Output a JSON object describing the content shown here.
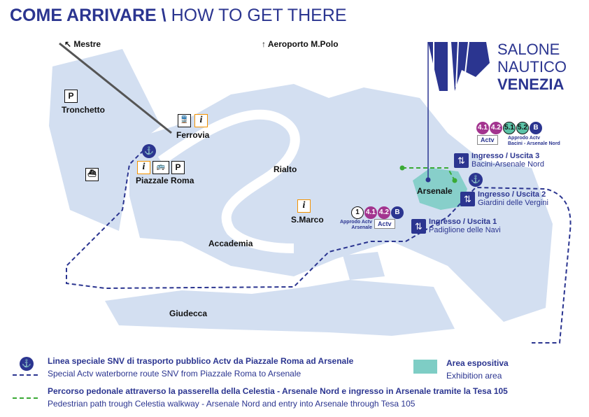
{
  "title": {
    "bold": "COME ARRIVARE \\",
    "thin": " HOW TO GET THERE"
  },
  "logo": {
    "line1": "SALONE",
    "line2": "NAUTICO",
    "line3": "VENEZIA"
  },
  "directions": {
    "mestre": "Mestre",
    "airport": "Aeroporto M.Polo"
  },
  "places": {
    "tronchetto": "Tronchetto",
    "ferrovia": "Ferrovia",
    "piazzale_roma": "Piazzale Roma",
    "rialto": "Rialto",
    "smarco": "S.Marco",
    "accademia": "Accademia",
    "giudecca": "Giudecca",
    "arsenale": "Arsenale"
  },
  "icons": {
    "parking": "P",
    "info": "i"
  },
  "stops": {
    "arsenale": {
      "lines": [
        "1",
        "4.1",
        "4.2",
        "B"
      ],
      "label1": "Approdo Actv",
      "label2": "Arsenale",
      "brand": "Actv"
    },
    "bacini": {
      "lines": [
        "4.1",
        "4.2",
        "5.1",
        "5.2",
        "B"
      ],
      "label1": "Approdo Actv",
      "label2": "Bacini - Arsenale Nord",
      "brand": "Actv"
    }
  },
  "gates": [
    {
      "title": "Ingresso / Uscita 3",
      "sub": "Bacini-Arsenale Nord"
    },
    {
      "title": "Ingresso / Uscita 2",
      "sub": "Giardini delle Vergini"
    },
    {
      "title": "Ingresso / Uscita 1",
      "sub": "Padiglione delle Navi"
    }
  ],
  "legend": {
    "snv_it": "Linea speciale SNV di trasporto pubblico Actv da Piazzale Roma ad Arsenale",
    "snv_en": "Special Actv waterborne route SNV from Piazzale Roma to Arsenale",
    "area_it": "Area espositiva",
    "area_en": "Exhibition area",
    "ped_it": "Percorso pedonale attraverso la passerella della Celestia - Arsenale Nord e ingresso in Arsenale tramite la Tesa 105",
    "ped_en": "Pedestrian path trough Celestia walkway - Arsenale Nord and entry into Arsenale through Tesa 105"
  },
  "colors": {
    "navy": "#2b3590",
    "land": "#d3dff1",
    "exhibition": "#7ecdc5",
    "path_green": "#3aaa35",
    "line_purple": "#a3348f",
    "line_teal": "#5bc2a7"
  }
}
